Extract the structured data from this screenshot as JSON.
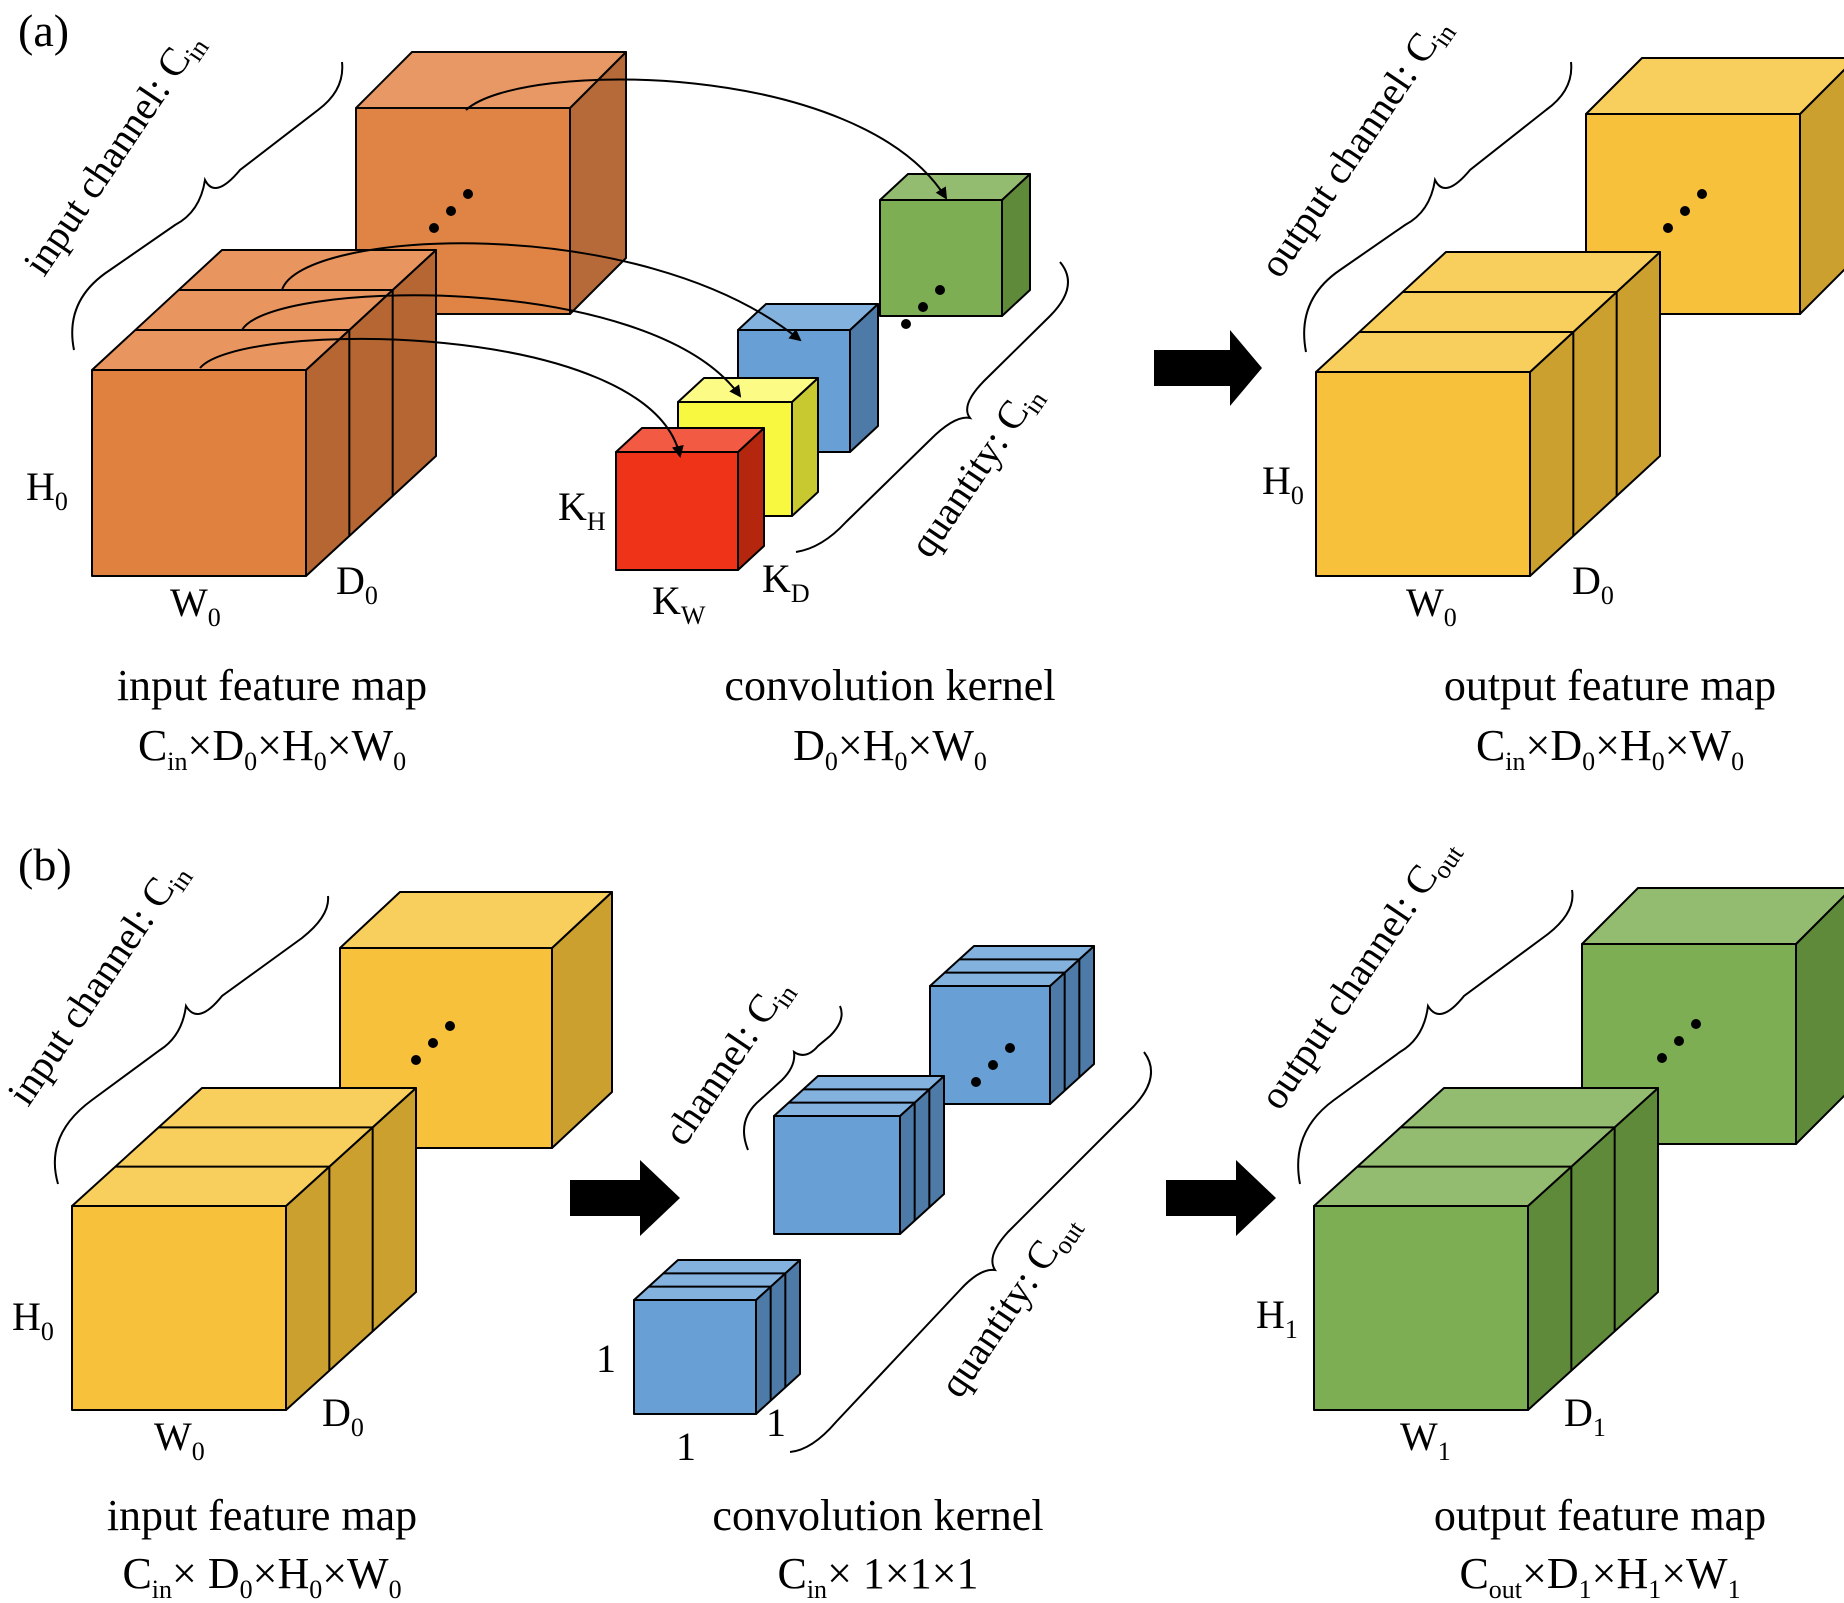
{
  "colors": {
    "orange_front": "#E0813F",
    "orange_top": "#E89560",
    "orange_side": "#B56633",
    "green_front": "#7EAE53",
    "green_top": "#94BC70",
    "green_side": "#5F8A3A",
    "blue_front": "#689FD4",
    "blue_top": "#84B2DE",
    "blue_side": "#4E7AA8",
    "yellow_front": "#F8C13C",
    "yellow_top": "#F8CF5C",
    "yellow_side": "#CBA02F",
    "brightyellow_front": "#F8F840",
    "brightyellow_top": "#FBFB85",
    "brightyellow_side": "#C8C830",
    "red_front": "#EE3318",
    "red_top": "#F25A43",
    "red_side": "#B5260F",
    "arrow": "#000000"
  },
  "panel_a": {
    "label": "(a)",
    "input": {
      "brace_label": "input channel: ",
      "brace_c": "C",
      "brace_sub": "in",
      "dim_h": "H",
      "dim_h_sub": "0",
      "dim_w": "W",
      "dim_w_sub": "0",
      "dim_d": "D",
      "dim_d_sub": "0",
      "caption_title": "input feature map",
      "caption_formula": [
        "C",
        "in",
        "×D",
        "0",
        "×H",
        "0",
        "×W",
        "0"
      ]
    },
    "kernel": {
      "quantity_label": "quantity: ",
      "quantity_c": "C",
      "quantity_sub": "in",
      "kh": "K",
      "kh_sub": "H",
      "kw": "K",
      "kw_sub": "W",
      "kd": "K",
      "kd_sub": "D",
      "caption_title": "convolution kernel",
      "caption_formula": [
        "D",
        "0",
        "×H",
        "0",
        "×W",
        "0"
      ]
    },
    "output": {
      "brace_label": "output channel: ",
      "brace_c": "C",
      "brace_sub": "in",
      "dim_h": "H",
      "dim_h_sub": "0",
      "dim_w": "W",
      "dim_w_sub": "0",
      "dim_d": "D",
      "dim_d_sub": "0",
      "caption_title": "output feature map",
      "caption_formula": [
        "C",
        "in",
        "×D",
        "0",
        "×H",
        "0",
        "×W",
        "0"
      ]
    }
  },
  "panel_b": {
    "label": "(b)",
    "input": {
      "brace_label": "input channel: ",
      "brace_c": "C",
      "brace_sub": "in",
      "dim_h": "H",
      "dim_h_sub": "0",
      "dim_w": "W",
      "dim_w_sub": "0",
      "dim_d": "D",
      "dim_d_sub": "0",
      "caption_title": "input feature map",
      "caption_formula": [
        "C",
        "in",
        "× D",
        "0",
        "×H",
        "0",
        "×W",
        "0"
      ]
    },
    "kernel": {
      "channel_label": "channel: ",
      "channel_c": "C",
      "channel_sub": "in",
      "quantity_label": "quantity: ",
      "quantity_c": "C",
      "quantity_sub": "out",
      "one_h": "1",
      "one_w": "1",
      "one_d": "1",
      "caption_title": "convolution kernel",
      "caption_formula": [
        "C",
        "in",
        "× 1×1×1"
      ]
    },
    "output": {
      "brace_label": "output channel: ",
      "brace_c": "C",
      "brace_sub": "out",
      "dim_h": "H",
      "dim_h_sub": "1",
      "dim_w": "W",
      "dim_w_sub": "1",
      "dim_d": "D",
      "dim_d_sub": "1",
      "caption_title": "output feature map",
      "caption_formula": [
        "C",
        "out",
        "×D",
        "1",
        "×H",
        "1",
        "×W",
        "1"
      ]
    }
  }
}
